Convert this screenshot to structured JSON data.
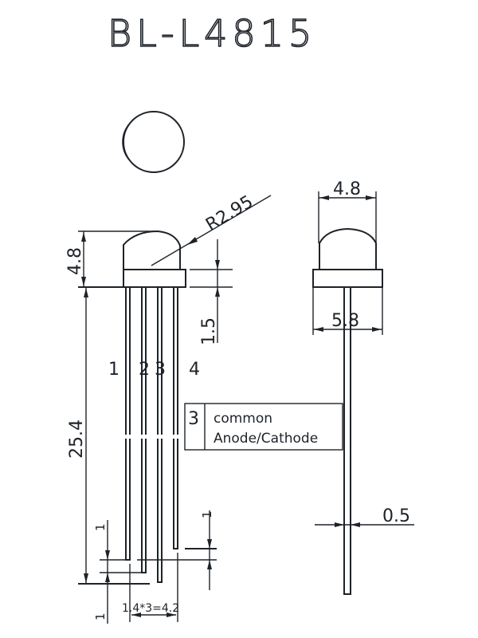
{
  "title": "BL-L4815",
  "dimensions": {
    "radius": "R2.95",
    "height_front": "4.8",
    "flange": "1.5",
    "lead_length": "25.4",
    "lead_gap_left": "1",
    "lead_gap_left_bottom": "1",
    "lead_gap_right": "1",
    "pitch": "1.4*3=4.2",
    "side_width": "4.8",
    "flange_width": "5.8",
    "lead_width": "0.5"
  },
  "pins": [
    "1",
    "2",
    "3",
    "4"
  ],
  "note": {
    "pin": "3",
    "line1": "common",
    "line2": "Anode/Cathode"
  }
}
